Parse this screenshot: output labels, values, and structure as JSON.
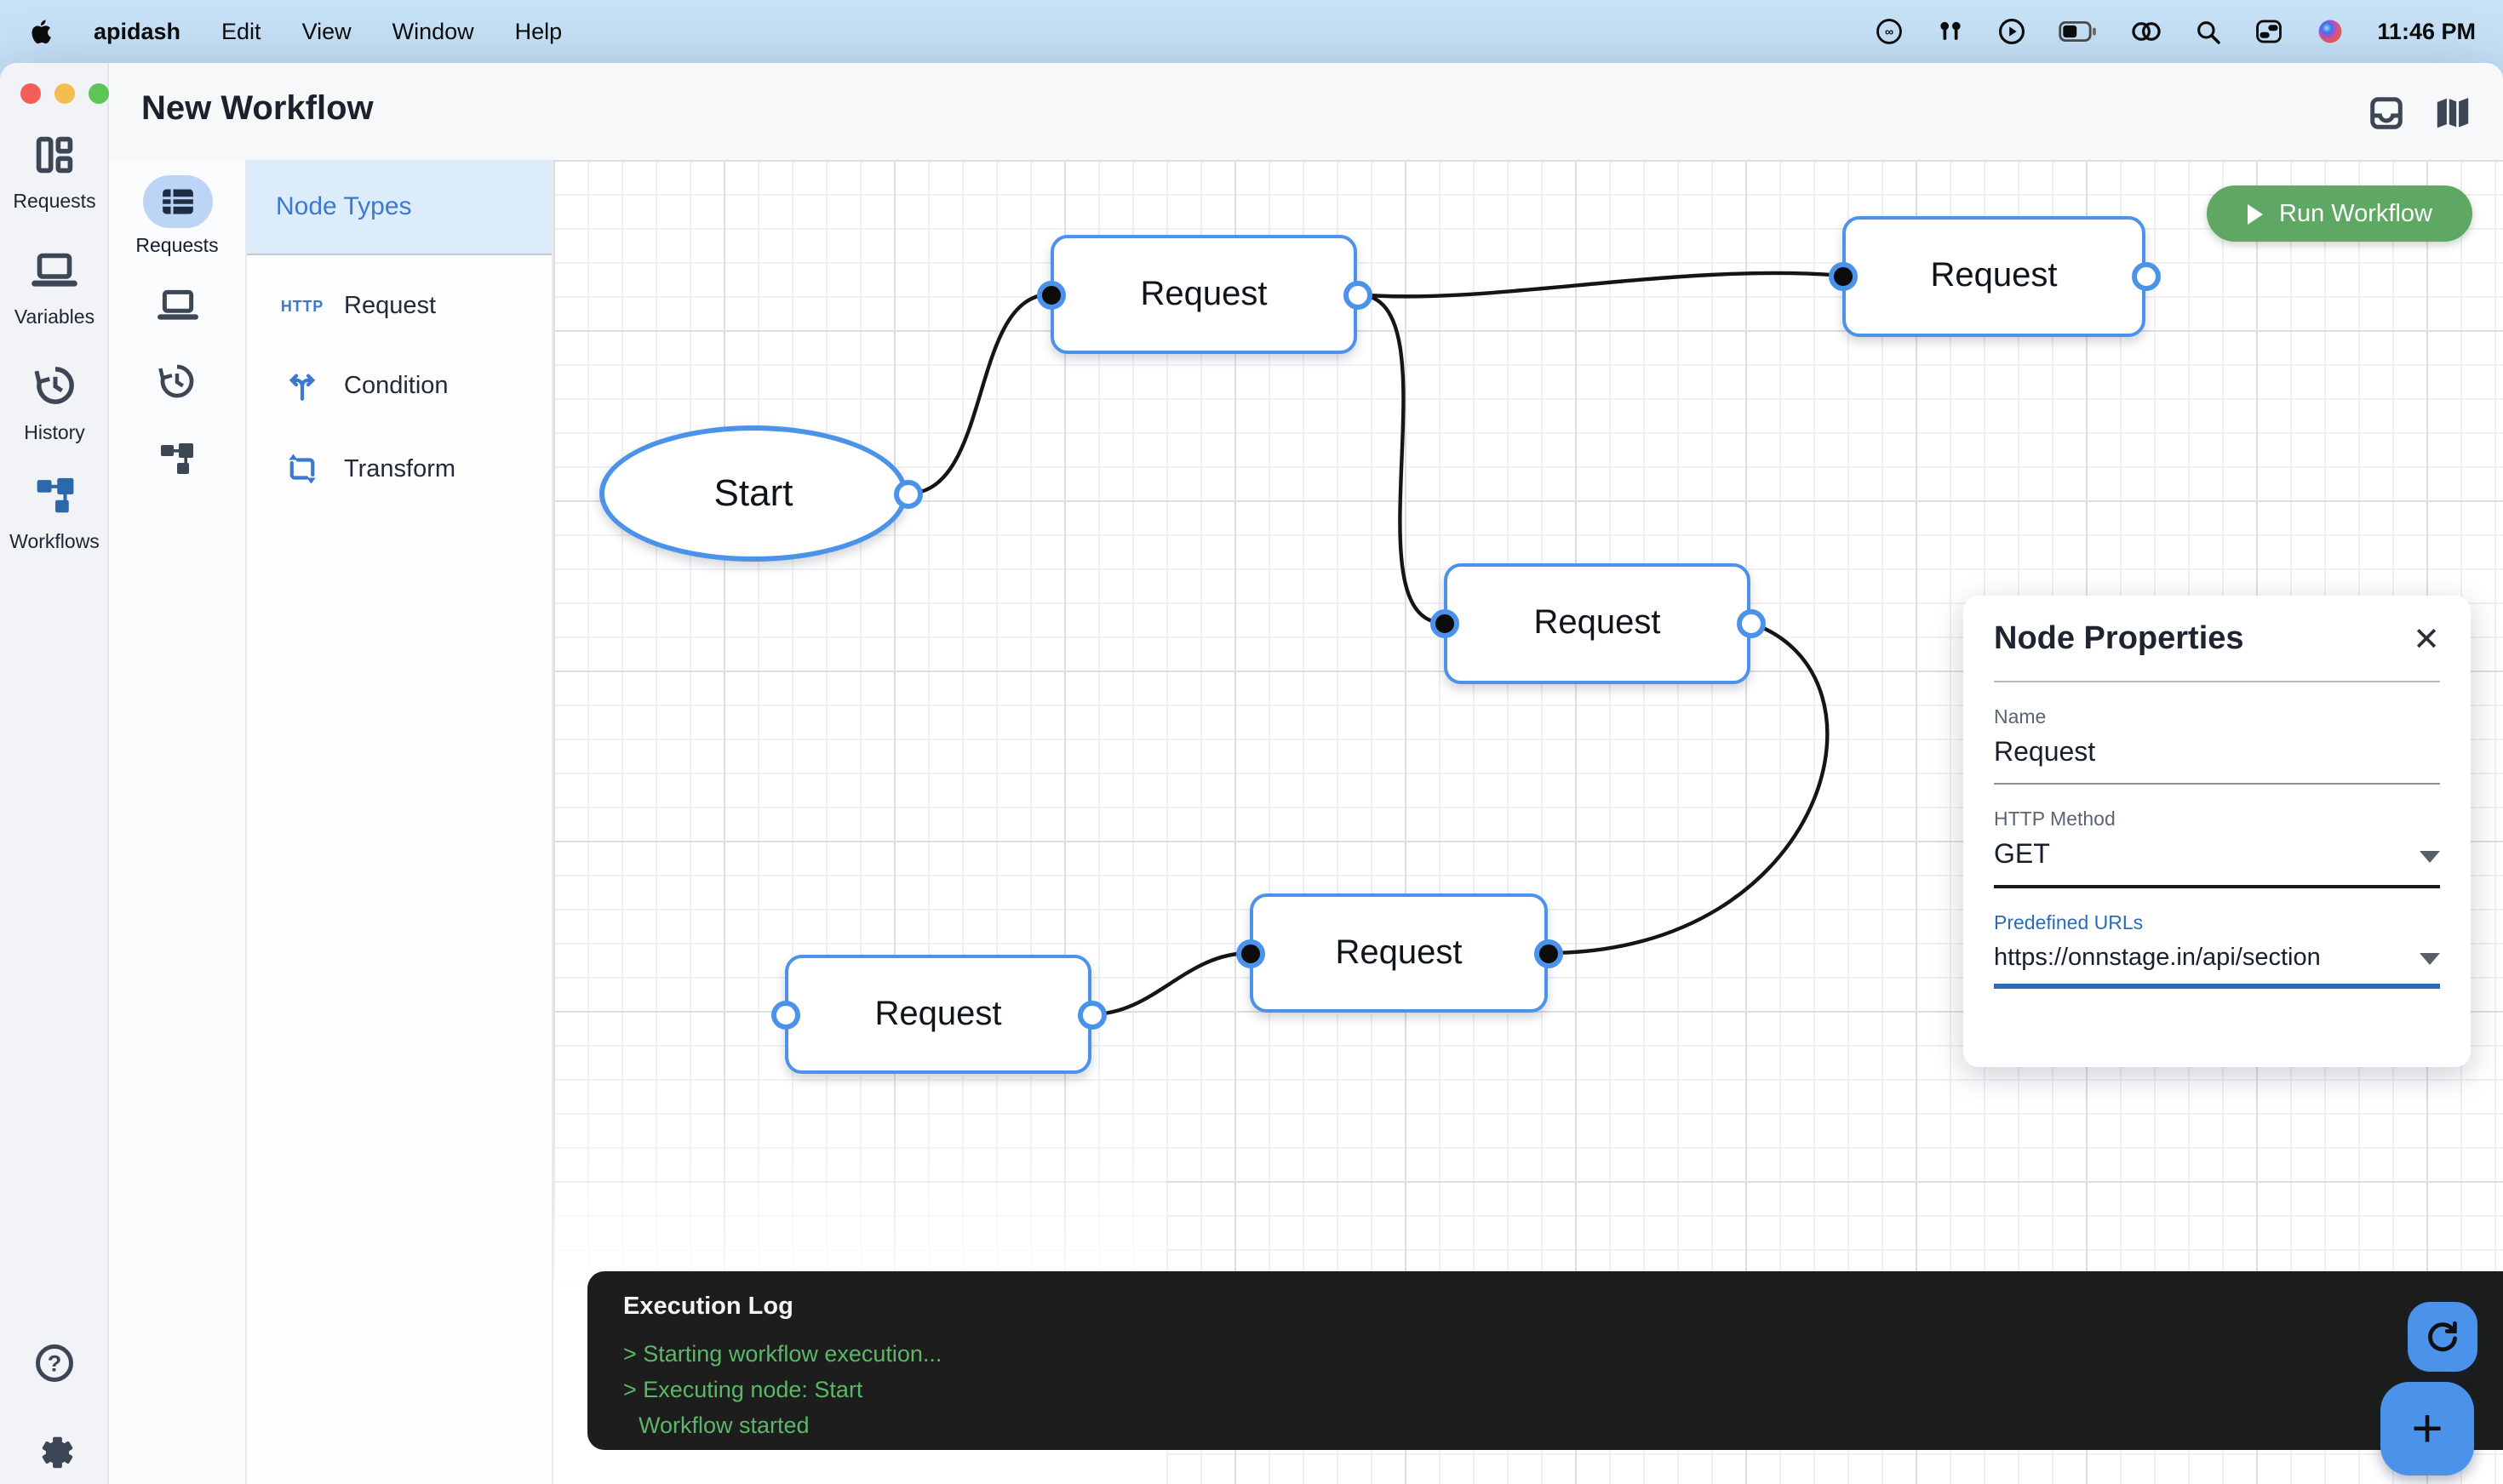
{
  "menu_bar": {
    "app_name": "apidash",
    "items": [
      "Edit",
      "View",
      "Window",
      "Help"
    ],
    "time": "11:46 PM"
  },
  "window": {
    "title": "New Workflow"
  },
  "sidebar": {
    "items": [
      {
        "label": "Requests"
      },
      {
        "label": "Variables"
      },
      {
        "label": "History"
      },
      {
        "label": "Workflows"
      }
    ]
  },
  "collection_rail": {
    "active_label": "Requests"
  },
  "node_types_panel": {
    "title": "Node Types",
    "http_badge": "HTTP",
    "items": [
      {
        "icon": "http-icon",
        "label": "Request"
      },
      {
        "icon": "condition-icon",
        "label": "Condition"
      },
      {
        "icon": "transform-icon",
        "label": "Transform"
      }
    ]
  },
  "canvas": {
    "nodes": [
      {
        "id": "start",
        "shape": "ellipse",
        "label": "Start"
      },
      {
        "id": "request-1",
        "shape": "rect",
        "label": "Request"
      },
      {
        "id": "request-2",
        "shape": "rect",
        "label": "Request"
      },
      {
        "id": "request-3",
        "shape": "rect",
        "label": "Request"
      },
      {
        "id": "request-4",
        "shape": "rect",
        "label": "Request"
      },
      {
        "id": "request-5",
        "shape": "rect",
        "label": "Request"
      }
    ]
  },
  "toolbar": {
    "run_label": "Run Workflow"
  },
  "node_properties": {
    "title": "Node Properties",
    "name_label": "Name",
    "name_value": "Request",
    "method_label": "HTTP Method",
    "method_value": "GET",
    "urls_label": "Predefined URLs",
    "urls_value": "https://onnstage.in/api/section"
  },
  "execution_log": {
    "title": "Execution Log",
    "lines": [
      "> Starting workflow execution...",
      "> Executing node: Start",
      "Workflow started"
    ]
  },
  "colors": {
    "accent_blue": "#4b93ea",
    "run_green": "#5fa863",
    "log_green": "#5cb768",
    "panel_blue": "#3b79d1"
  }
}
